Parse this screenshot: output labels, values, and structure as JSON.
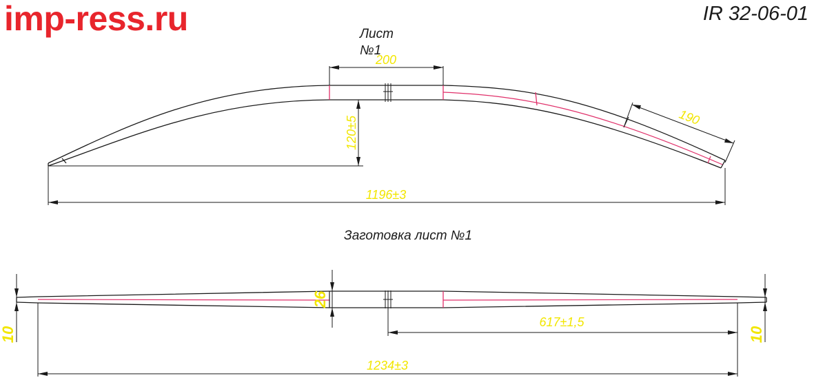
{
  "header": {
    "brand": "imp-ress.ru",
    "document_number": "IR 32-06-01"
  },
  "top_view": {
    "title_line1": "Лист",
    "title_line2": "№1",
    "dim_center_length": "200",
    "dim_end_length": "190",
    "dim_height": "120±5",
    "dim_total_length": "1196±3"
  },
  "blank_view": {
    "title": "Заготовка лист №1",
    "dim_center_thickness": "26",
    "dim_end_thickness_left": "10",
    "dim_end_thickness_right": "10",
    "dim_half_length": "617±1,5",
    "dim_total_length": "1234±3"
  },
  "colors": {
    "brand": "#e8252c",
    "dimension_text": "#f2e600",
    "taper_line": "#e0306a",
    "outline": "#1a1a1a"
  }
}
